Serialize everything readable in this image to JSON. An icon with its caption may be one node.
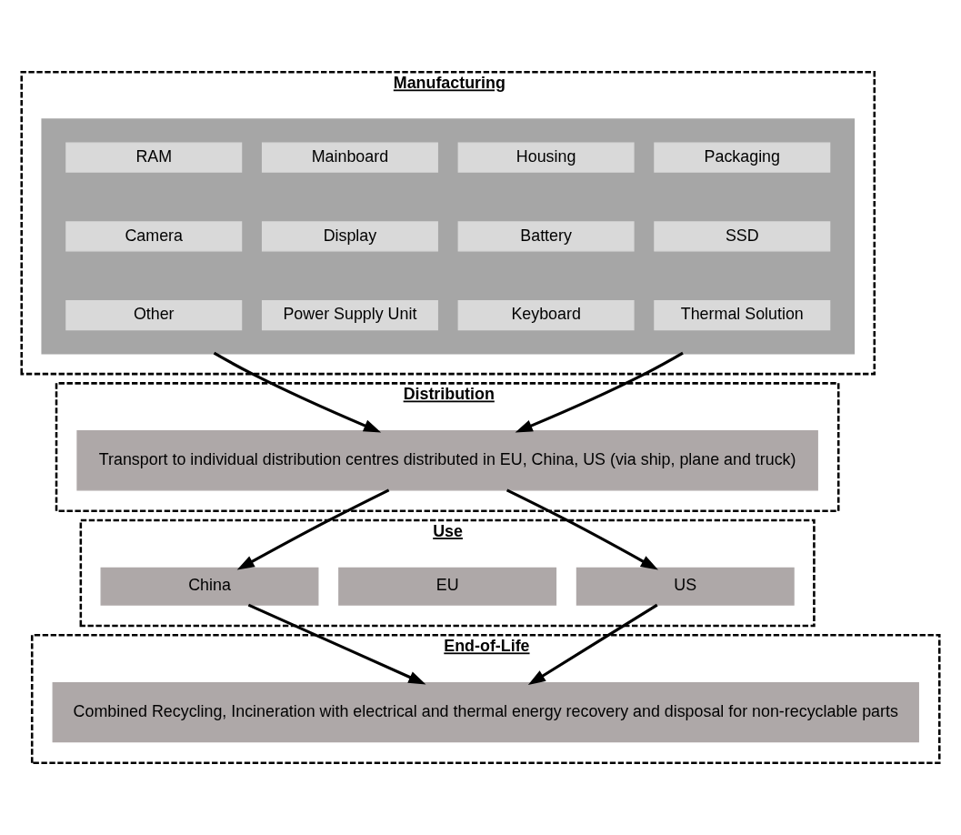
{
  "diagram": {
    "nodes": [
      {
        "text": [
          "Manufacturing"
        ]
      },
      {
        "text": [],
        "shape": "box",
        "in": 0
      },
      {
        "text": [
          "Packaging"
        ],
        "in": 1
      },
      {
        "text": [
          "Housing"
        ],
        "in": 1
      },
      {
        "text": [
          "Mainboard"
        ],
        "in": 1
      },
      {
        "text": [
          "RAM"
        ],
        "in": 1
      },
      {
        "text": [
          "SSD"
        ],
        "in": 1
      },
      {
        "text": [
          "Battery"
        ],
        "in": 1
      },
      {
        "text": [
          "Display"
        ],
        "in": 1
      },
      {
        "text": [
          "Camera"
        ],
        "in": 1
      },
      {
        "text": [
          "Thermal Solution"
        ],
        "in": 1
      },
      {
        "text": [
          "Keyboard"
        ],
        "in": 1
      },
      {
        "text": [
          "Power Supply Unit"
        ],
        "in": 1
      },
      {
        "text": [
          "Other"
        ],
        "in": 1
      },
      {
        "text": [
          "Distribution"
        ]
      },
      {
        "text": [
          "Transport to individual distribution centres distributed in EU, China, US (via ship, plane and truck)"
        ],
        "in": 14
      },
      {
        "text": [
          "Use"
        ]
      },
      {
        "text": [
          "US"
        ],
        "in": 16
      },
      {
        "text": [
          "EU"
        ],
        "in": 16
      },
      {
        "text": [
          "China"
        ],
        "in": 16
      },
      {
        "text": [
          "End-of-Life"
        ]
      },
      {
        "text": [
          "Combined Recycling, Incineration with electrical and thermal energy recovery and disposal for non-recyclable parts"
        ],
        "in": 20
      }
    ],
    "edges": [
      {
        "from": 1,
        "to": 15,
        "arrow": "to"
      },
      {
        "from": 1,
        "to": 15,
        "arrow": "to"
      },
      {
        "from": 15,
        "to": 17,
        "arrow": "to"
      },
      {
        "from": 15,
        "to": 19,
        "arrow": "to"
      },
      {
        "from": 17,
        "to": 21,
        "arrow": "to"
      },
      {
        "from": 19,
        "to": 21,
        "arrow": "to"
      }
    ]
  }
}
